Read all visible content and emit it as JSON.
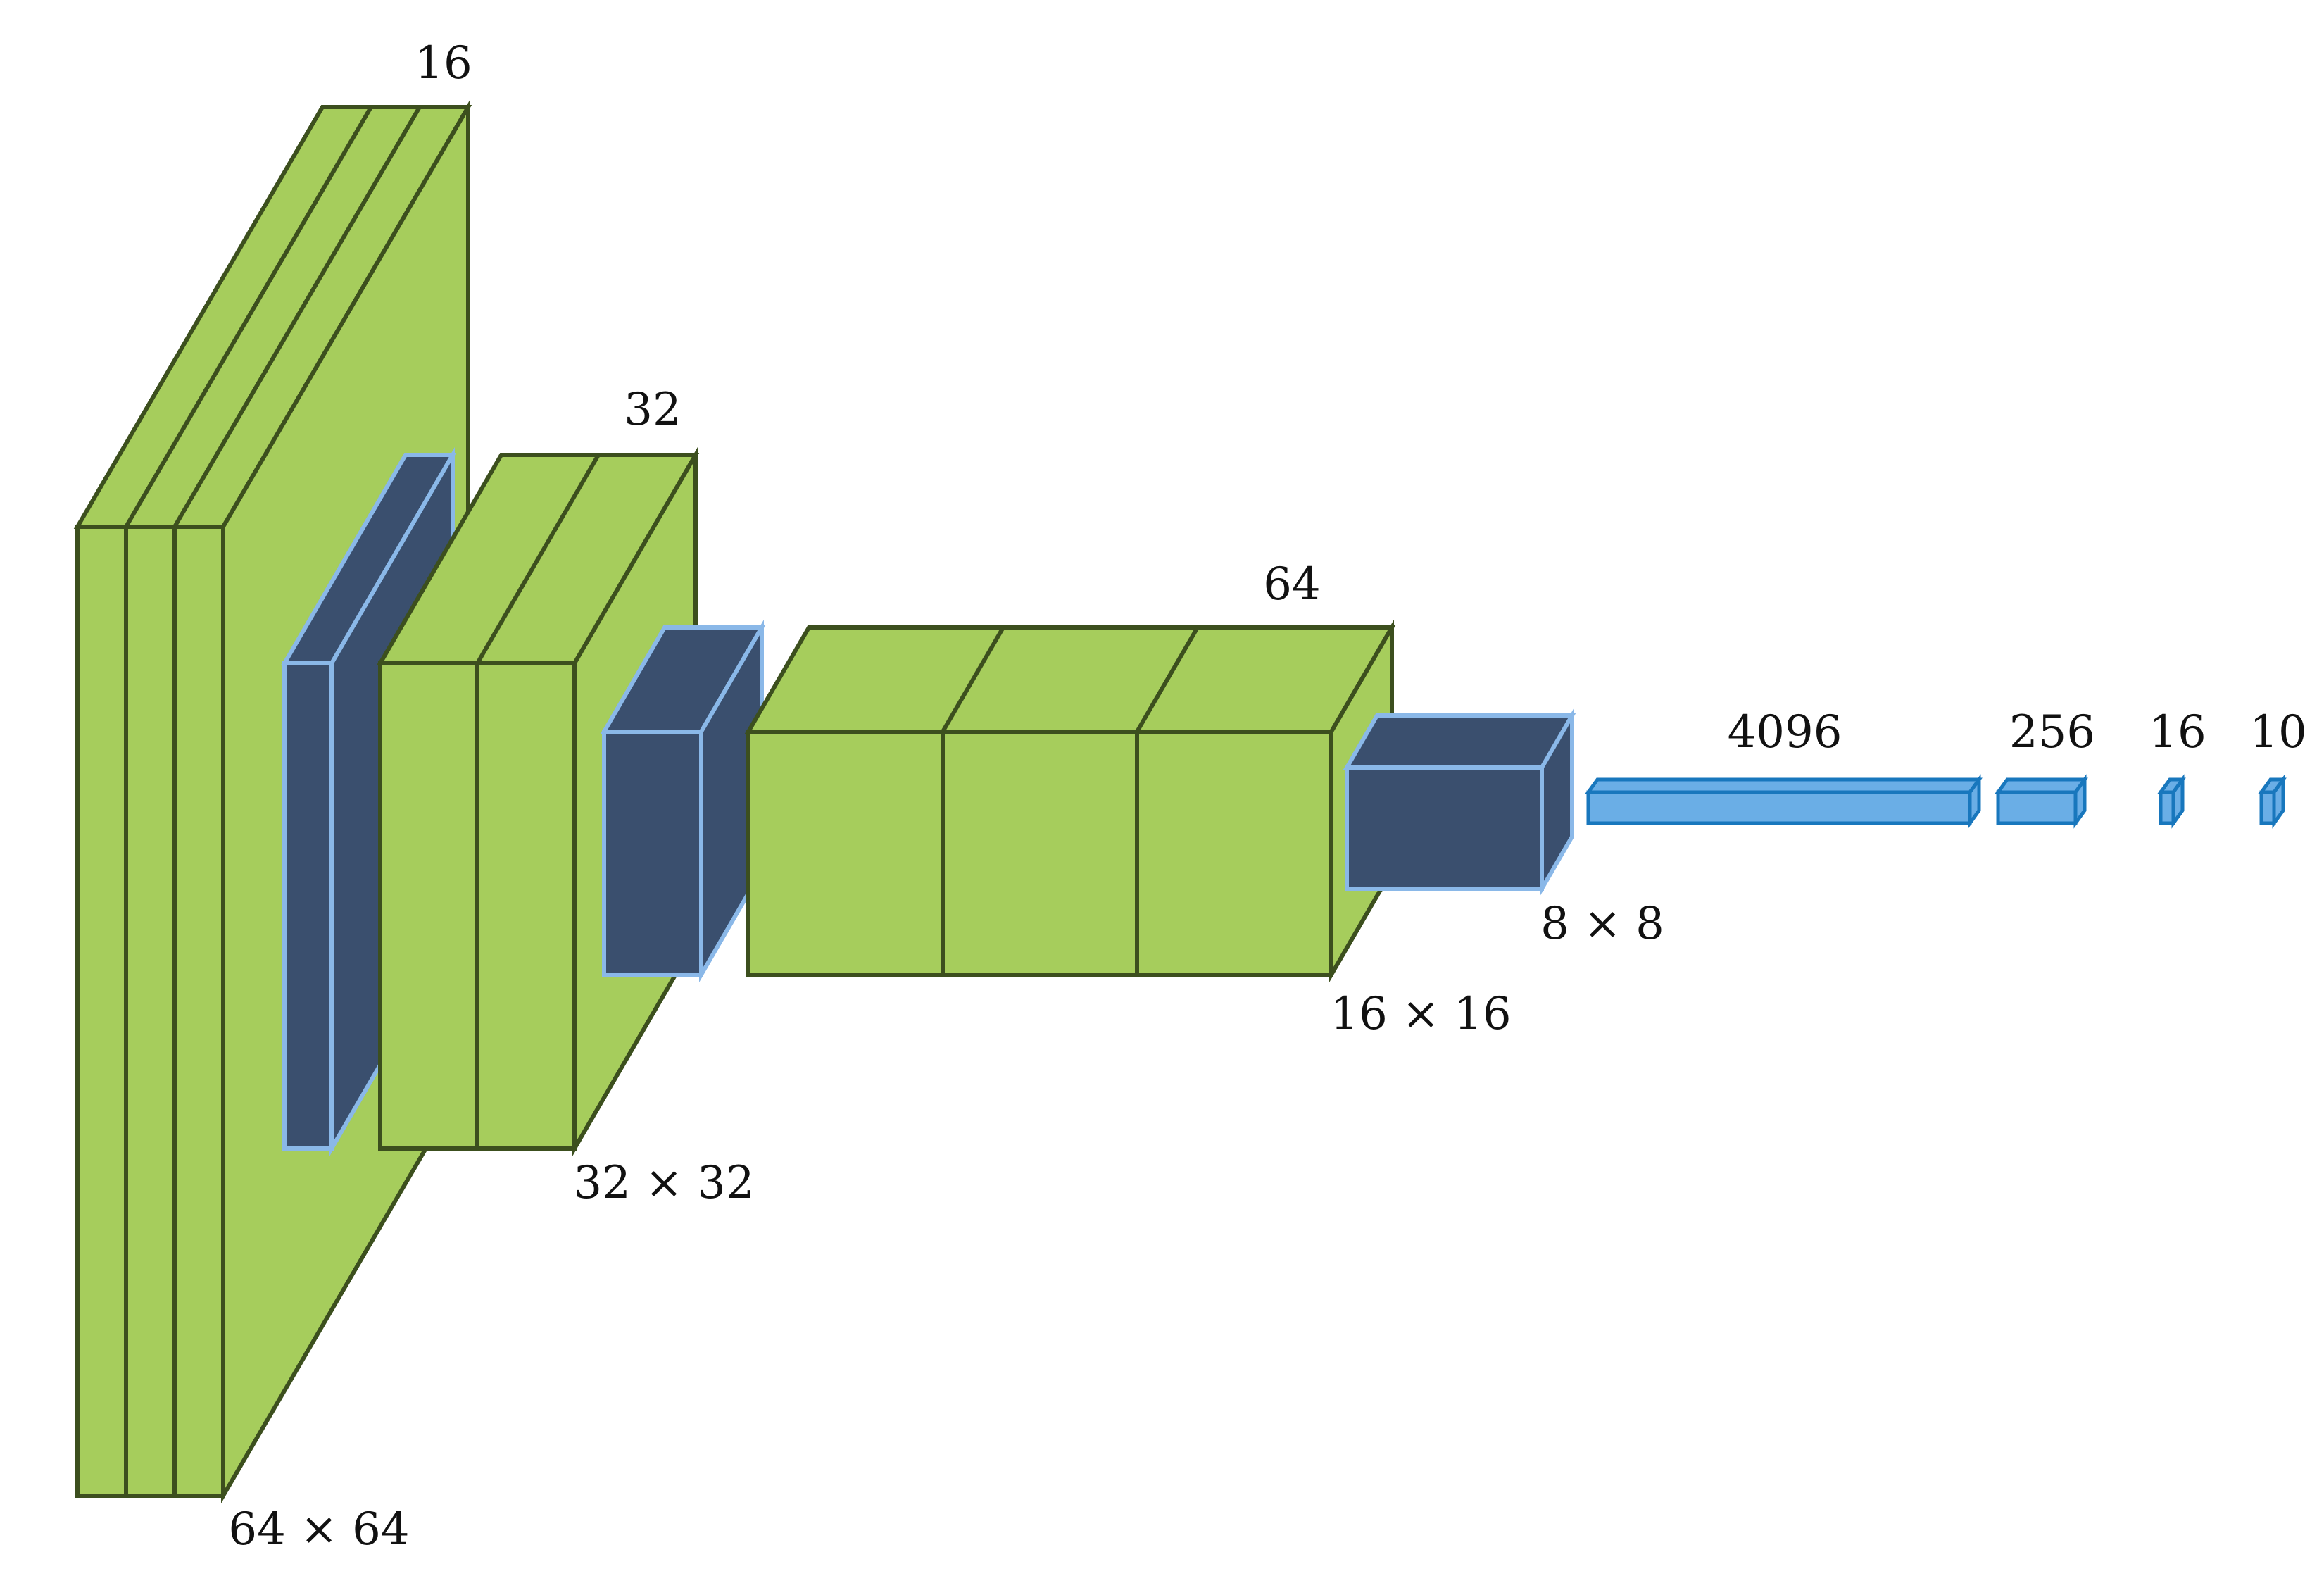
{
  "diagram": {
    "title": "",
    "colors": {
      "conv_face": "#a6cd5c",
      "conv_stroke": "#3c4f1e",
      "pool_face": "#3a4f6e",
      "pool_stroke": "#8ab8e8",
      "dense_face": "#6aaee6",
      "dense_stroke": "#1877bd"
    },
    "blocks": [
      {
        "id": "conv1",
        "kind": "conv",
        "slices": 3
      },
      {
        "id": "pool1",
        "kind": "pool"
      },
      {
        "id": "conv2",
        "kind": "conv",
        "slices": 2
      },
      {
        "id": "pool2",
        "kind": "pool"
      },
      {
        "id": "conv3",
        "kind": "conv",
        "slices": 3
      },
      {
        "id": "pool3",
        "kind": "pool"
      },
      {
        "id": "dense1",
        "kind": "dense"
      },
      {
        "id": "dense2",
        "kind": "dense"
      },
      {
        "id": "dense3",
        "kind": "dense"
      },
      {
        "id": "dense4",
        "kind": "dense"
      }
    ],
    "labels": {
      "conv1_depth": "16",
      "conv1_size": "64 × 64",
      "conv2_depth": "32",
      "conv2_size": "32 × 32",
      "conv3_depth": "64",
      "conv3_size": "16 × 16",
      "pool3_size": "8 × 8",
      "dense1_units": "4096",
      "dense2_units": "256",
      "dense3_units": "16",
      "dense4_units": "10"
    }
  }
}
